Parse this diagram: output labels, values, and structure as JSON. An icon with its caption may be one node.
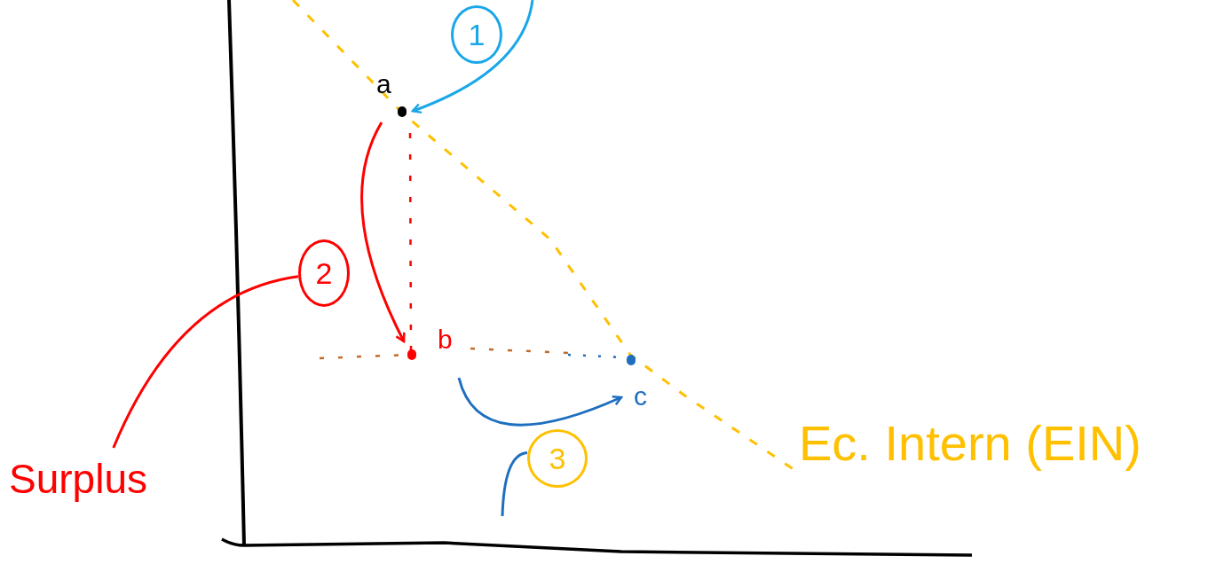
{
  "diagram": {
    "nodes": [
      {
        "text": [
          "a"
        ]
      },
      {
        "text": [
          "b"
        ]
      },
      {
        "text": [
          "c"
        ]
      },
      {
        "text": [
          "1"
        ]
      },
      {
        "text": [
          "2"
        ]
      },
      {
        "text": [
          "3"
        ]
      },
      {
        "text": [
          "Surplus"
        ]
      },
      {
        "text": [
          "Ec. Intern (EIN)"
        ]
      }
    ],
    "edges": [
      {
        "from": null,
        "to": 0,
        "arrow": "to",
        "color": "#1aa7e8"
      },
      {
        "from": 0,
        "to": 1,
        "arrow": "to",
        "color": "#ff0000"
      },
      {
        "from": 1,
        "to": 2,
        "arrow": "to",
        "color": "#1e6fbf"
      },
      {
        "from": 4,
        "to": 6,
        "arrow": "none",
        "color": "#ff0000"
      },
      {
        "from": 5,
        "to": null,
        "arrow": "none",
        "color": "#1e6fbf"
      }
    ]
  }
}
